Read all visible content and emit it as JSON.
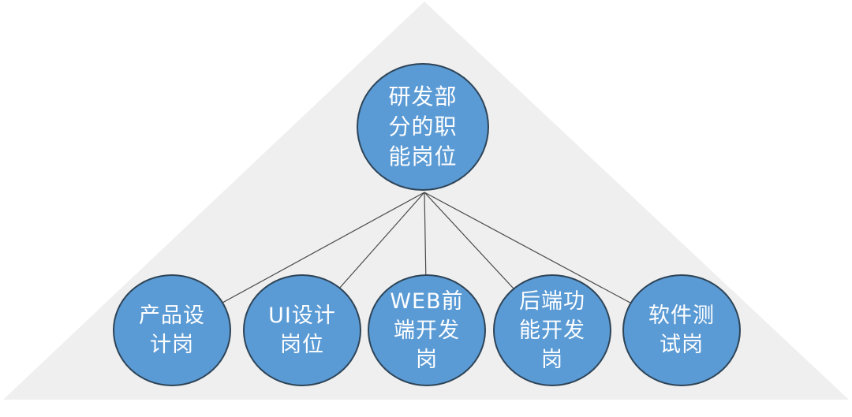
{
  "colors": {
    "background": "#ffffff",
    "triangle": "#efefef",
    "connector": "#4a4a4a",
    "node-fill": "#5b9bd5",
    "node-border": "#2e4457",
    "node-text": "#ffffff"
  },
  "diagram": {
    "root": {
      "text": "研发部分的职能岗位",
      "lines": [
        "研发部",
        "分的职",
        "能岗位"
      ]
    },
    "children": [
      {
        "text": "产品设计岗",
        "lines": [
          "产品设",
          "计岗"
        ]
      },
      {
        "text": "UI设计岗位",
        "lines": [
          "UI设计",
          "岗位"
        ]
      },
      {
        "text": "WEB前端开发岗",
        "lines": [
          "WEB前",
          "端开发",
          "岗"
        ]
      },
      {
        "text": "后端功能开发岗",
        "lines": [
          "后端功",
          "能开发",
          "岗"
        ]
      },
      {
        "text": "软件测试岗",
        "lines": [
          "软件测",
          "试岗"
        ]
      }
    ]
  }
}
